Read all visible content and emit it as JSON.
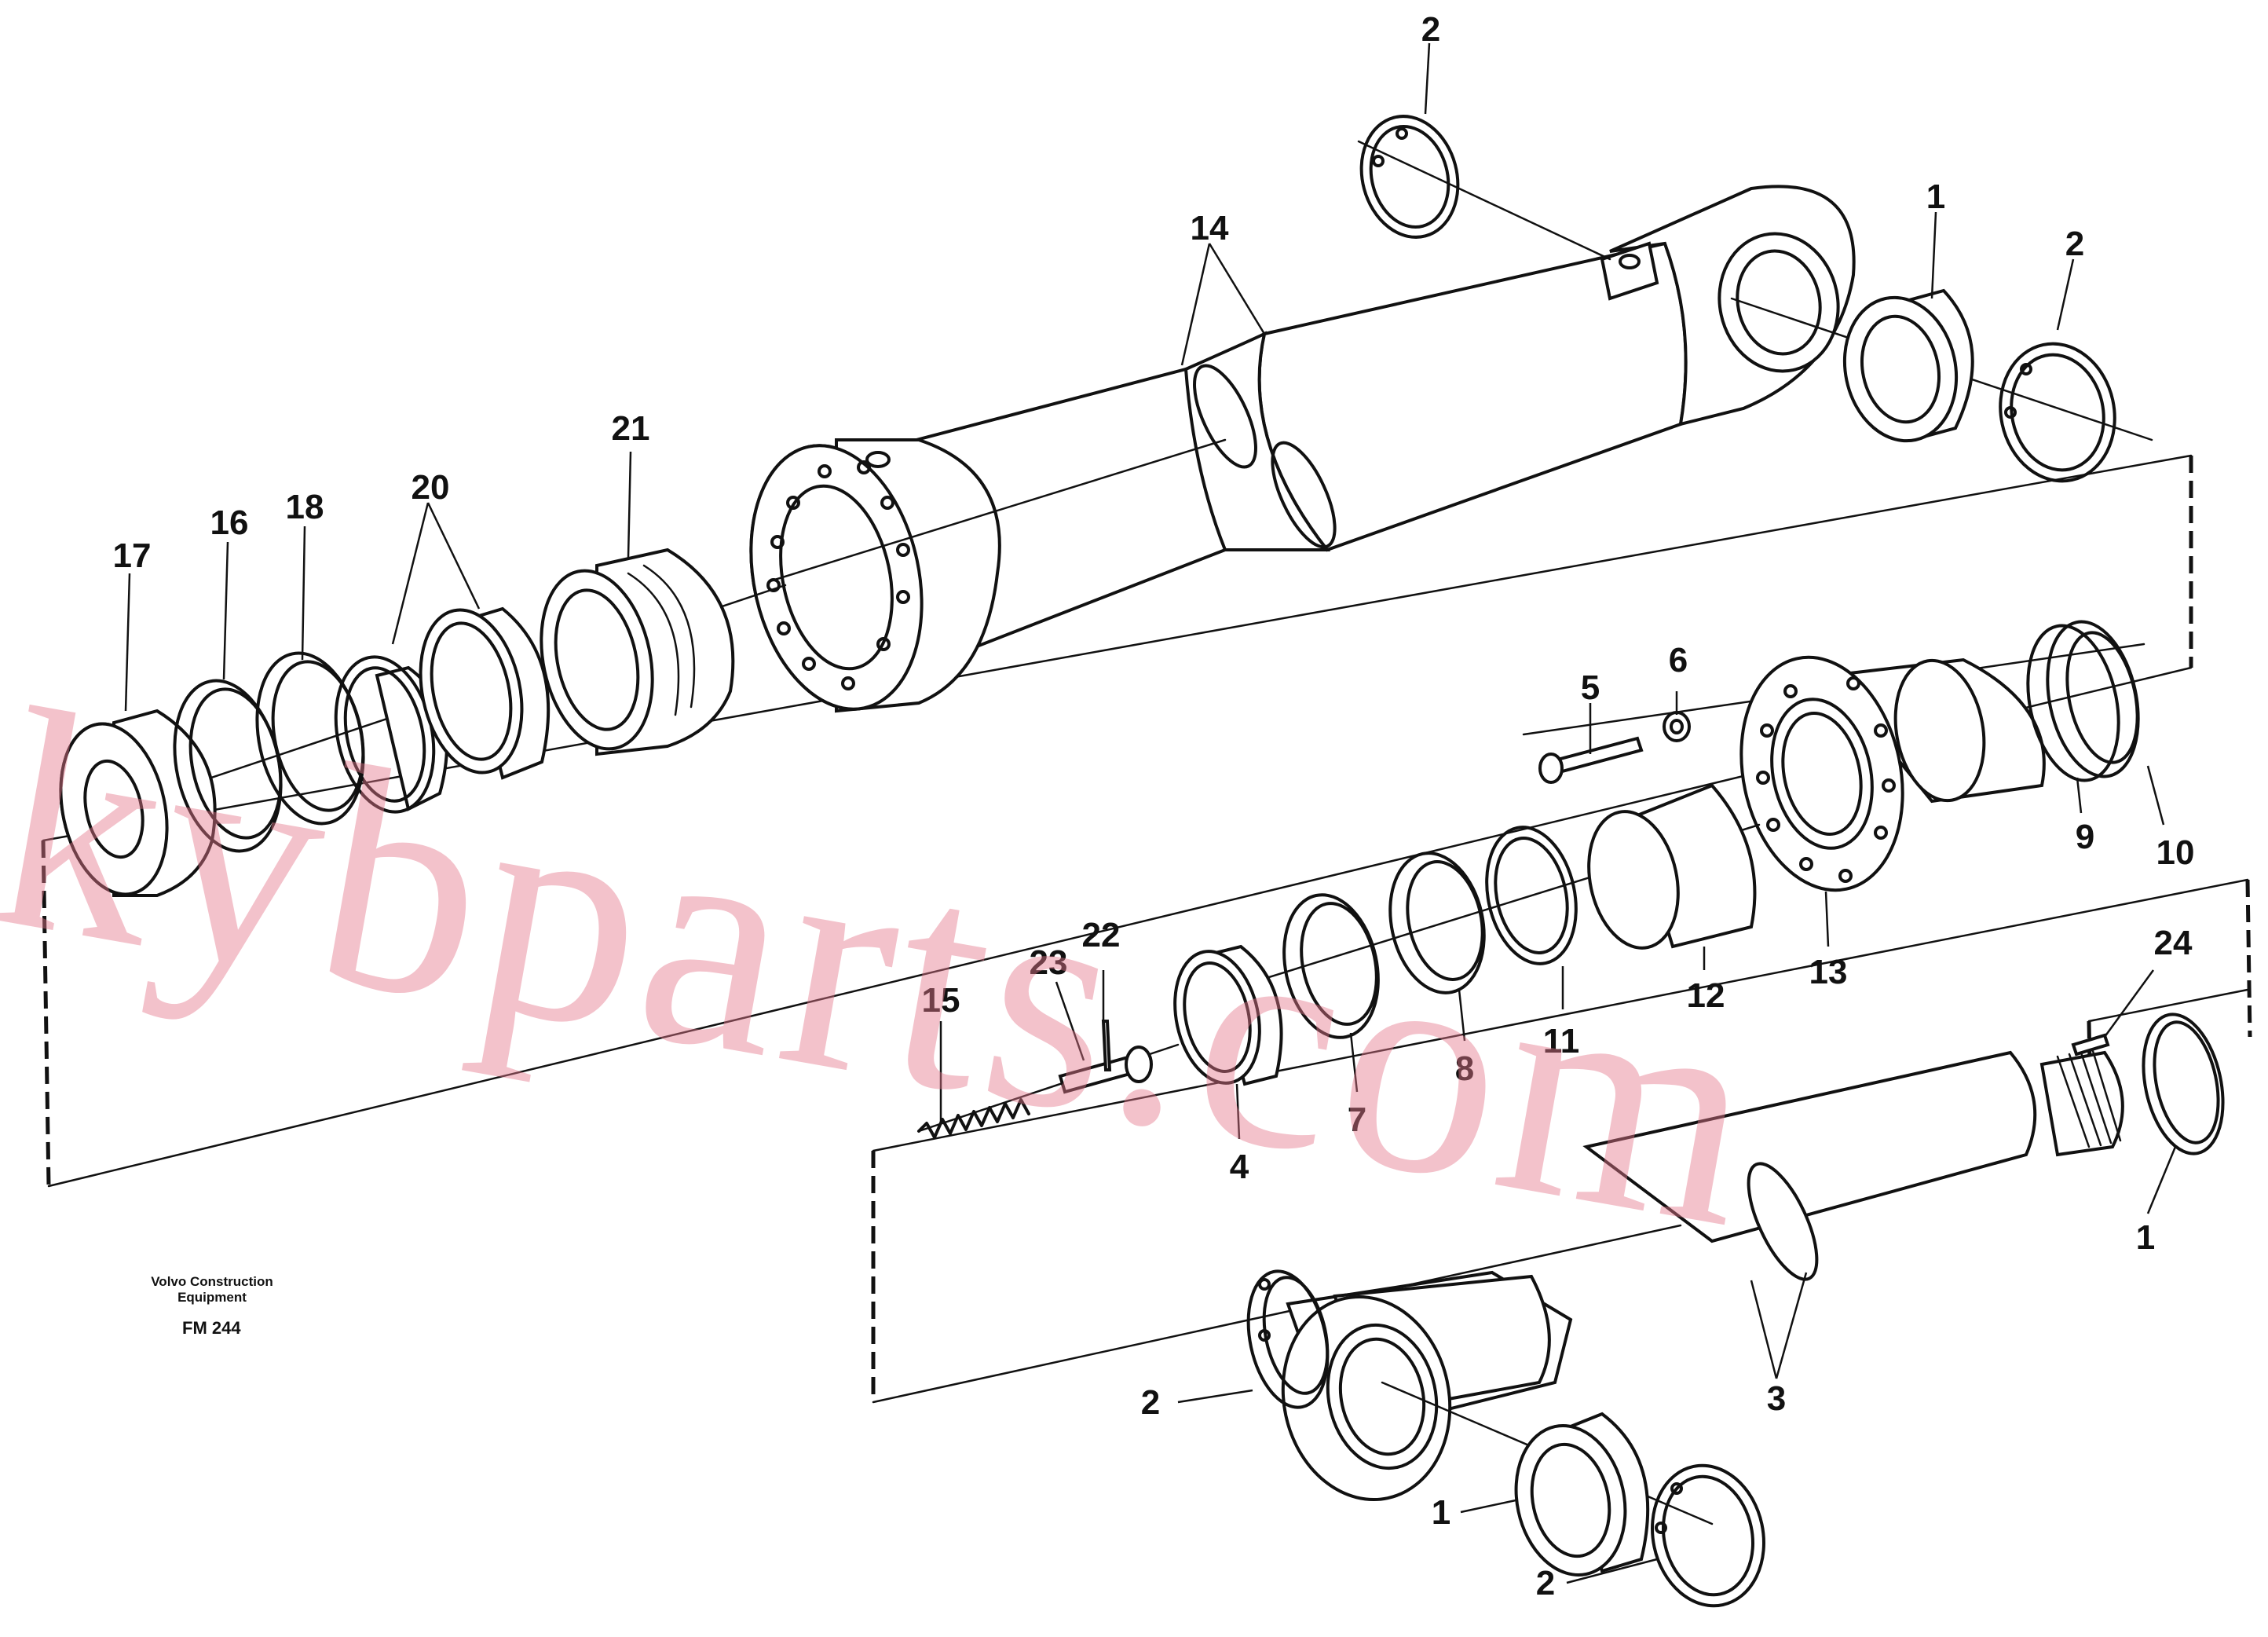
{
  "callouts": [
    {
      "id": "c2a",
      "text": "2"
    },
    {
      "id": "c14",
      "text": "14"
    },
    {
      "id": "c1a",
      "text": "1"
    },
    {
      "id": "c2b",
      "text": "2"
    },
    {
      "id": "c21",
      "text": "21"
    },
    {
      "id": "c20",
      "text": "20"
    },
    {
      "id": "c18",
      "text": "18"
    },
    {
      "id": "c16",
      "text": "16"
    },
    {
      "id": "c17",
      "text": "17"
    },
    {
      "id": "c5",
      "text": "5"
    },
    {
      "id": "c6",
      "text": "6"
    },
    {
      "id": "c9",
      "text": "9"
    },
    {
      "id": "c10",
      "text": "10"
    },
    {
      "id": "c13",
      "text": "13"
    },
    {
      "id": "c12",
      "text": "12"
    },
    {
      "id": "c11",
      "text": "11"
    },
    {
      "id": "c8",
      "text": "8"
    },
    {
      "id": "c7",
      "text": "7"
    },
    {
      "id": "c4",
      "text": "4"
    },
    {
      "id": "c15",
      "text": "15"
    },
    {
      "id": "c23",
      "text": "23"
    },
    {
      "id": "c22",
      "text": "22"
    },
    {
      "id": "c24",
      "text": "24"
    },
    {
      "id": "c1b",
      "text": "1"
    },
    {
      "id": "c3",
      "text": "3"
    },
    {
      "id": "c2c",
      "text": "2"
    },
    {
      "id": "c1c",
      "text": "1"
    },
    {
      "id": "c2d",
      "text": "2"
    }
  ],
  "footer": {
    "company_line1": "Volvo Construction",
    "company_line2": "Equipment",
    "drawing_code": "FM 244"
  },
  "watermark": "kybparts.com",
  "colors": {
    "ink": "#111111",
    "watermark": "#e4788c",
    "background": "#ffffff"
  }
}
